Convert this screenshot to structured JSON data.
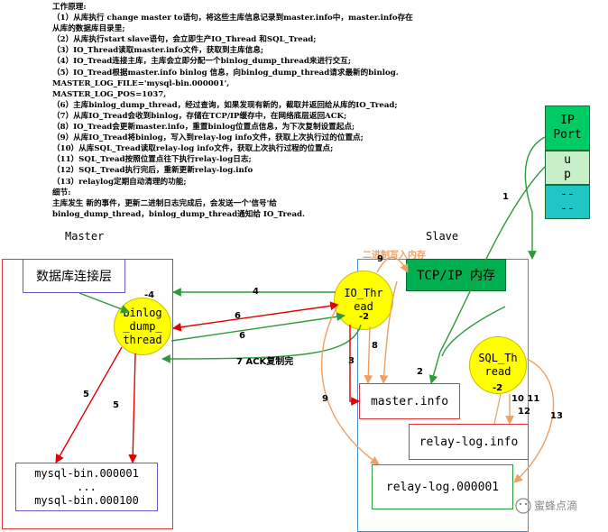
{
  "notes": {
    "lines": [
      "工作原理:",
      "（1）从库执行 change master to语句，将这些主库信息记录到master.info中，master.info存在",
      "从库的数据库目录里;",
      "（2）从库执行start slave语句，会立即生产IO_Thread 和SQL_Tread;",
      "（3）IO_Thread读取master.info文件，获取到主库信息;",
      "（4）IO_Tread连接主库，主库会立即分配一个binlog_dump_thread来进行交互;",
      "（5）IO_Tread根据master.info binlog 信息，向binlog_dump_thread请求最新的binlog.",
      "  MASTER_LOG_FILE='mysql-bin.000001',",
      "  MASTER_LOG_POS=1037,",
      "（6）主库binlog_dump_thread，经过查询，如果发现有新的，截取并返回给从库的IO_Tread;",
      "（7）从库IO_Tread会收到binlog，存储在TCP/IP缓存中，在网络底层返回ACK;",
      "（8）IO_Tread会更新master.info，重置binlog位置点信息，为下次复制设置起点;",
      "（9）从库IO_Tread将binlog，写入到relay-log info文件，获取上次执行过的位置点;",
      "（10）从库SQL_Tread读取relay-log info文件，获取上次执行过程的位置点;",
      "（11）SQL_Tread按照位置点往下执行relay-log日志;",
      "（12）SQL_Tread执行完后，重新更新relay-log.info",
      "（13）relaylog定期自动清理的功能;",
      "细节:",
      "主库发生 新的事件，更新二进制日志完成后，会发送一个'信号'给",
      "binlog_dump_thread，binlog_dump_thread通知给 IO_Tread."
    ]
  },
  "master": {
    "title": "Master",
    "db_layer": "数据库连接层",
    "binlog_dump": [
      "binlog",
      "_dump_",
      "thread"
    ],
    "binlog_files": [
      "mysql-bin.000001",
      "...",
      "mysql-bin.000100"
    ]
  },
  "slave": {
    "title": "Slave",
    "io_thread": [
      "IO_Thr",
      "ead"
    ],
    "sql_thread": [
      "SQL_Th",
      "read"
    ],
    "tcp_ip": "TCP/IP 内存",
    "binary_write_label": "二进制写入内存",
    "master_info": "master.info",
    "relay_log_info": "relay-log.info",
    "relay_log_file": "relay-log.000001"
  },
  "ip_port": {
    "cells": [
      "IP\nPort",
      "u\np",
      "--\n--"
    ]
  },
  "arrow_labels": {
    "a1": "1",
    "a2": "2",
    "a3": "3",
    "a4_left": "-4",
    "a4": "4",
    "a5_left": "5",
    "a5_right": "5",
    "a6_top": "6",
    "a6_bottom": "6",
    "a7": "7 ACK复制完",
    "a8": "8",
    "a9_top": "9",
    "a9_left": "9",
    "io_minus2": "-2",
    "sql_minus2": "-2",
    "a10_11": "10 11",
    "a12": "12",
    "a13": "13"
  },
  "watermark": "蜜蜂点滴",
  "colors": {
    "master_border": "#e0363a",
    "slave_border": "#4a90c8",
    "tcp_fill": "#00b050",
    "ip_port_fill": "#00cc66",
    "ip_port_dash_fill": "#20c5c5",
    "circle_fill": "#ffff00",
    "green_arrow": "#2e9a3a",
    "red_arrow": "#e00000",
    "orange_arrow": "#f0a060",
    "db_box_border": "#6a5acd"
  }
}
